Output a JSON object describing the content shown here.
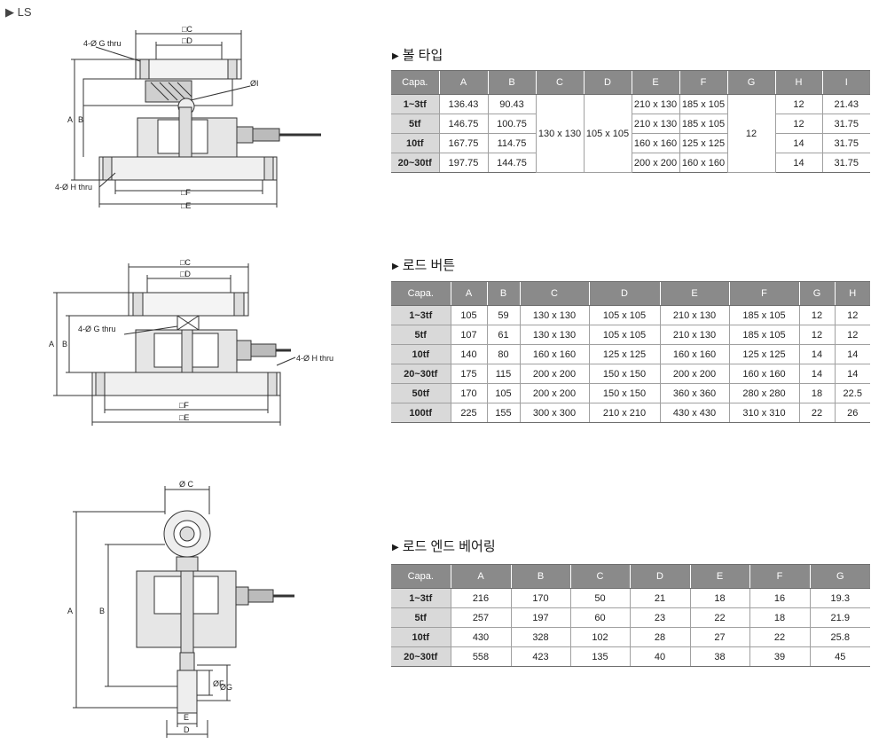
{
  "page": {
    "label": "▶ LS"
  },
  "drawings": {
    "ball": {
      "c": "□C",
      "d": "□D",
      "g": "4-Ø G thru",
      "i": "ØI",
      "a": "A",
      "b": "B",
      "h": "4-Ø H thru",
      "f": "□F",
      "e": "□E"
    },
    "button": {
      "c": "□C",
      "d": "□D",
      "g": "4-Ø G thru",
      "a": "A",
      "b": "B",
      "h": "4-Ø H thru",
      "f": "□F",
      "e": "□E"
    },
    "rodend": {
      "c": "Ø C",
      "a": "A",
      "b": "B",
      "f": "ØF",
      "g": "ØG",
      "e": "E",
      "d": "D"
    }
  },
  "sections": {
    "ball": {
      "title": "볼 타입",
      "headers": [
        "Capa.",
        "A",
        "B",
        "C",
        "D",
        "E",
        "F",
        "G",
        "H",
        "I"
      ],
      "rows": [
        {
          "cap": "1~3tf",
          "a": "136.43",
          "b": "90.43",
          "e": "210 x 130",
          "f": "185 x 105",
          "h": "12",
          "i": "21.43"
        },
        {
          "cap": "5tf",
          "a": "146.75",
          "b": "100.75",
          "e": "210 x 130",
          "f": "185 x 105",
          "h": "12",
          "i": "31.75"
        },
        {
          "cap": "10tf",
          "a": "167.75",
          "b": "114.75",
          "e": "160 x 160",
          "f": "125 x 125",
          "h": "14",
          "i": "31.75"
        },
        {
          "cap": "20~30tf",
          "a": "197.75",
          "b": "144.75",
          "e": "200 x 200",
          "f": "160 x 160",
          "h": "14",
          "i": "31.75"
        }
      ],
      "merged": {
        "c": "130 x 130",
        "d": "105 x 105",
        "g": "12"
      }
    },
    "button": {
      "title": "로드 버튼",
      "headers": [
        "Capa.",
        "A",
        "B",
        "C",
        "D",
        "E",
        "F",
        "G",
        "H"
      ],
      "rows": [
        [
          "1~3tf",
          "105",
          "59",
          "130 x 130",
          "105 x 105",
          "210 x 130",
          "185 x 105",
          "12",
          "12"
        ],
        [
          "5tf",
          "107",
          "61",
          "130 x 130",
          "105 x 105",
          "210 x 130",
          "185 x 105",
          "12",
          "12"
        ],
        [
          "10tf",
          "140",
          "80",
          "160 x 160",
          "125 x 125",
          "160 x 160",
          "125 x 125",
          "14",
          "14"
        ],
        [
          "20~30tf",
          "175",
          "115",
          "200 x 200",
          "150 x 150",
          "200 x 200",
          "160 x 160",
          "14",
          "14"
        ],
        [
          "50tf",
          "170",
          "105",
          "200 x 200",
          "150 x 150",
          "360 x 360",
          "280 x 280",
          "18",
          "22.5"
        ],
        [
          "100tf",
          "225",
          "155",
          "300 x 300",
          "210 x 210",
          "430 x 430",
          "310 x 310",
          "22",
          "26"
        ]
      ]
    },
    "rodend": {
      "title": "로드 엔드 베어링",
      "headers": [
        "Capa.",
        "A",
        "B",
        "C",
        "D",
        "E",
        "F",
        "G"
      ],
      "rows": [
        [
          "1~3tf",
          "216",
          "170",
          "50",
          "21",
          "18",
          "16",
          "19.3"
        ],
        [
          "5tf",
          "257",
          "197",
          "60",
          "23",
          "22",
          "18",
          "21.9"
        ],
        [
          "10tf",
          "430",
          "328",
          "102",
          "28",
          "27",
          "22",
          "25.8"
        ],
        [
          "20~30tf",
          "558",
          "423",
          "135",
          "40",
          "38",
          "39",
          "45"
        ]
      ]
    }
  }
}
